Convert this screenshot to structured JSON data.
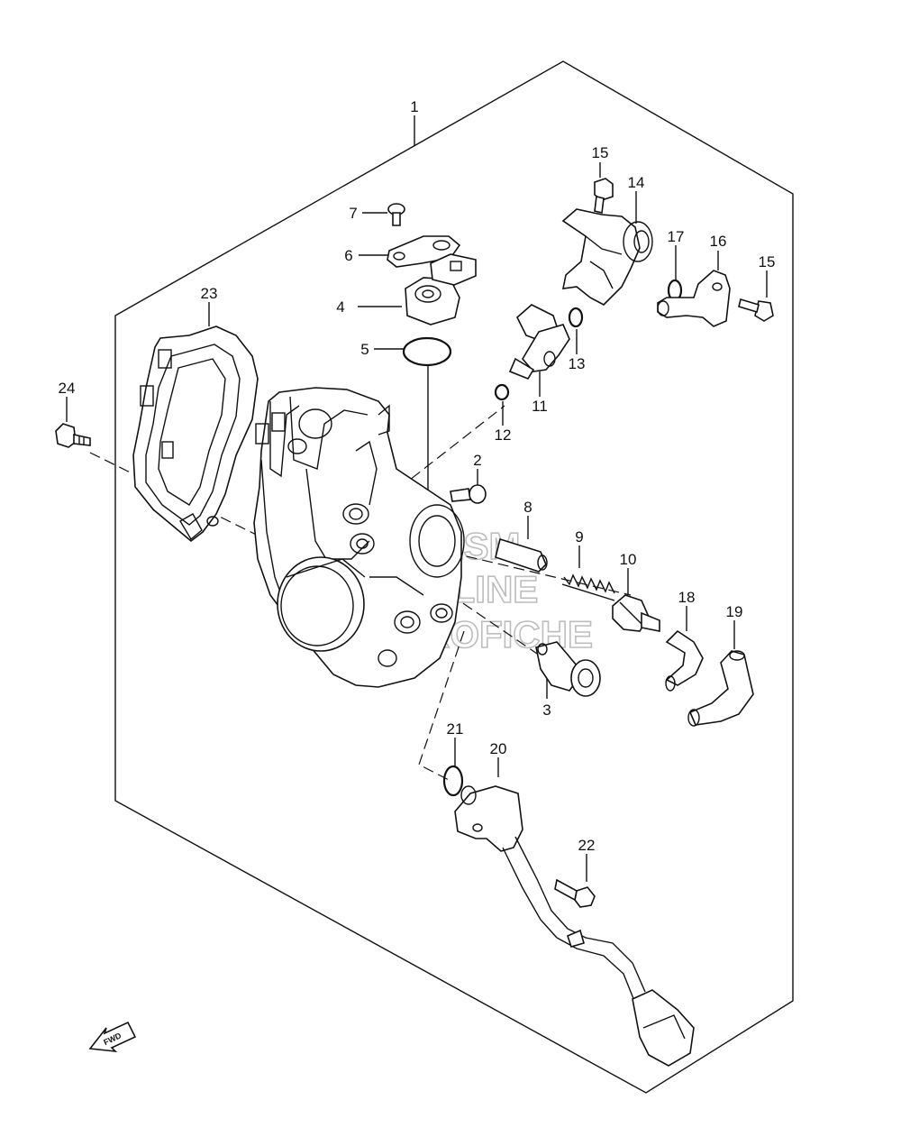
{
  "labels": {
    "p1": "1",
    "p2": "2",
    "p3": "3",
    "p4": "4",
    "p5": "5",
    "p6": "6",
    "p7": "7",
    "p8": "8",
    "p9": "9",
    "p10": "10",
    "p11": "11",
    "p12": "12",
    "p13": "13",
    "p14": "14",
    "p15a": "15",
    "p15b": "15",
    "p16": "16",
    "p17": "17",
    "p18": "18",
    "p19": "19",
    "p20": "20",
    "p21": "21",
    "p22": "22",
    "p23": "23",
    "p24": "24"
  },
  "watermark": {
    "line1": "HLSM",
    "line2": "ONLINE",
    "line3": "MICROFICHE"
  },
  "fwd_label": "FWD"
}
